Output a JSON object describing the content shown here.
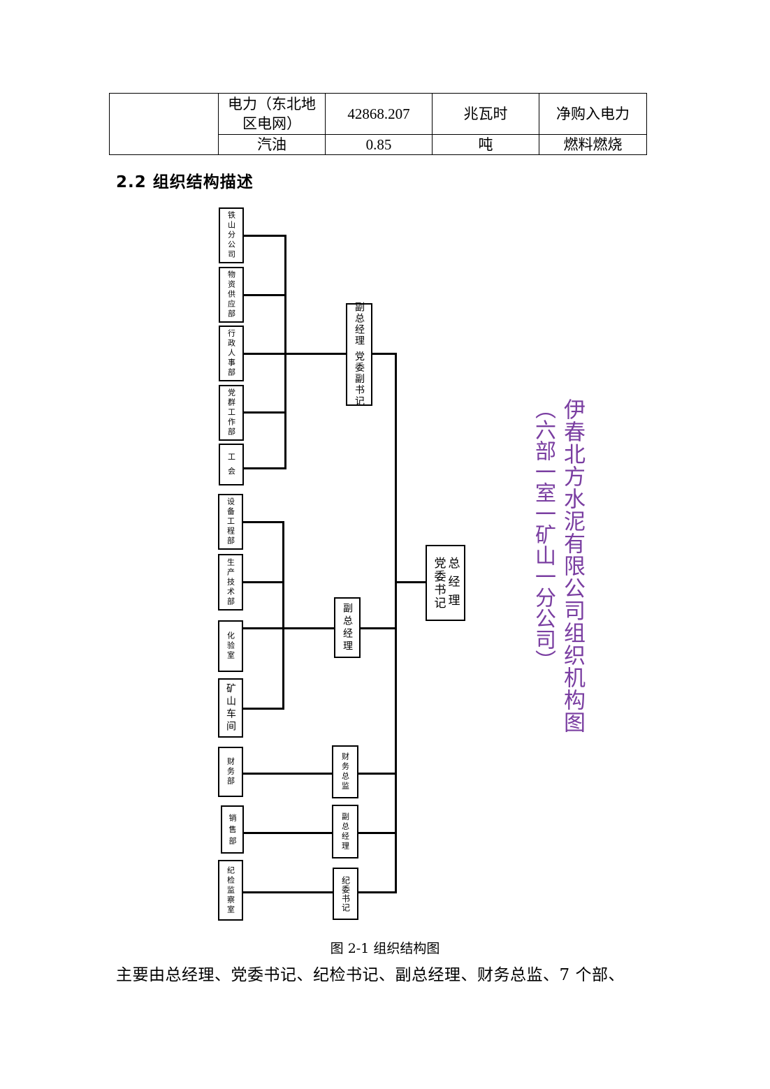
{
  "table": {
    "rows": [
      {
        "source": "电力（东北地区电网）",
        "quantity": "42868.207",
        "unit": "兆瓦时",
        "type": "净购入电力"
      },
      {
        "source": "汽油",
        "quantity": "0.85",
        "unit": "吨",
        "type": "燃料燃烧"
      }
    ]
  },
  "section_heading": "2.2 组织结构描述",
  "org_chart": {
    "title": "伊春北方水泥有限公司组织机构图",
    "subtitle": "（六部一室一矿山一分公司）",
    "top": "总 经 理\n党委书记",
    "group1": {
      "head": "副总经理 党委副书记",
      "depts": [
        "铁山分公司",
        "物资供应部",
        "行政人事部",
        "党群工作部",
        "工 会"
      ]
    },
    "group2": {
      "head": "副总经理",
      "depts": [
        "设备工程部",
        "生产技术部",
        "化验室",
        "矿山车间"
      ]
    },
    "group3": {
      "head": "财务总监",
      "dept": "财务部"
    },
    "group4": {
      "head": "副总经理",
      "dept": "销 售 部"
    },
    "group5": {
      "head": "纪委书记",
      "dept": "纪检监察室"
    }
  },
  "caption": "图  2-1 组织结构图",
  "body_text": "主要由总经理、党委书记、纪检书记、副总经理、财务总监、7 个部、"
}
